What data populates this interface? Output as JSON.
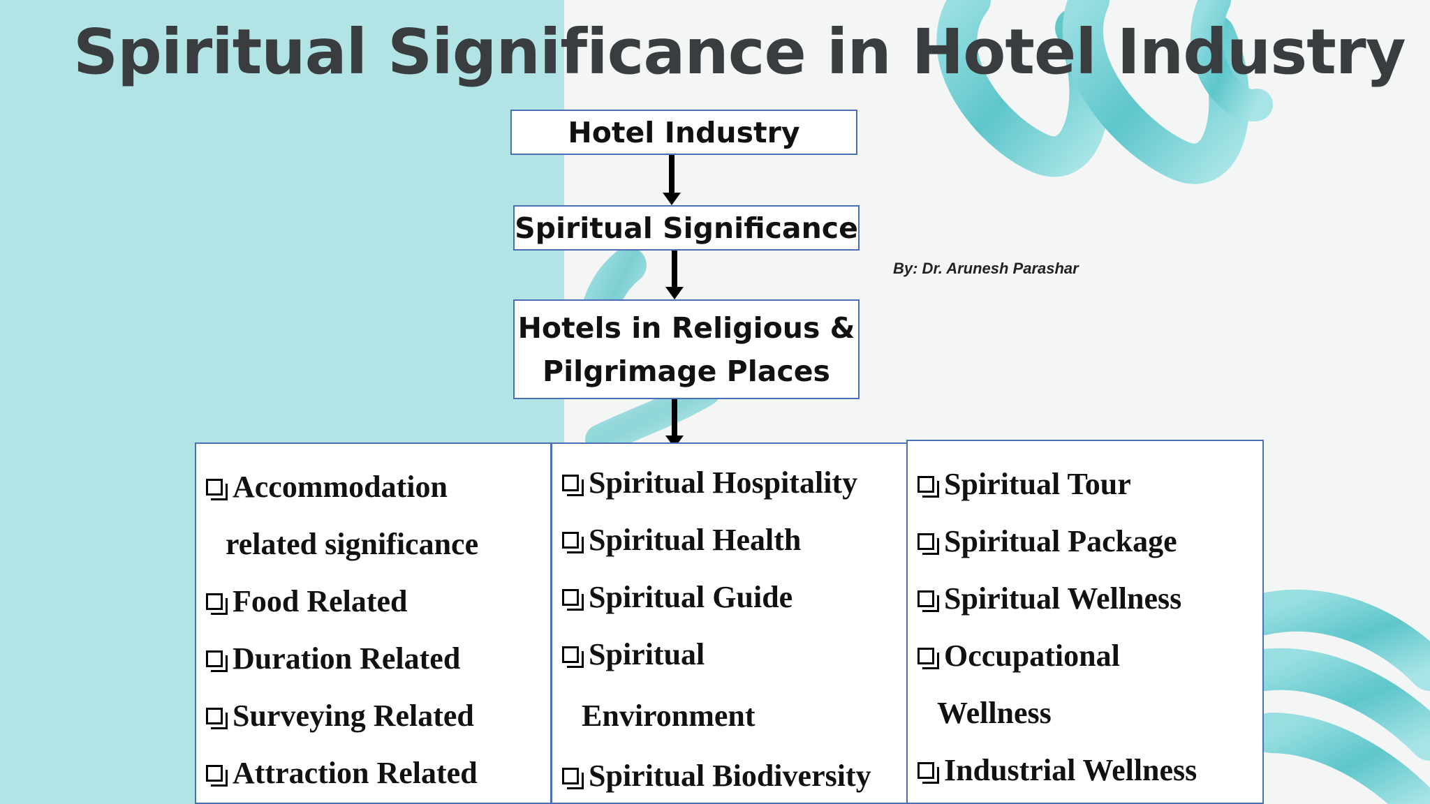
{
  "title": "Spiritual Significance in Hotel Industry",
  "credit": "By: Dr. Arunesh Parashar",
  "flow": {
    "level1": "Hotel Industry",
    "level2": "Spiritual Significance",
    "level3_line1": "Hotels in Religious &",
    "level3_line2": "Pilgrimage Places"
  },
  "columns": [
    {
      "items": [
        {
          "checkbox": true,
          "text": "Accommodation"
        },
        {
          "checkbox": false,
          "text": "related significance"
        },
        {
          "checkbox": true,
          "text": "Food Related"
        },
        {
          "checkbox": true,
          "text": "Duration Related"
        },
        {
          "checkbox": true,
          "text": "Surveying Related"
        },
        {
          "checkbox": true,
          "text": "Attraction Related"
        }
      ]
    },
    {
      "items": [
        {
          "checkbox": true,
          "text": "Spiritual Hospitality"
        },
        {
          "checkbox": true,
          "text": "Spiritual Health"
        },
        {
          "checkbox": true,
          "text": "Spiritual Guide"
        },
        {
          "checkbox": true,
          "text": "Spiritual"
        },
        {
          "checkbox": false,
          "text": "Environment"
        },
        {
          "checkbox": true,
          "text": "Spiritual Biodiversity"
        }
      ]
    },
    {
      "items": [
        {
          "checkbox": true,
          "text": "Spiritual Tour"
        },
        {
          "checkbox": true,
          "text": "Spiritual Package"
        },
        {
          "checkbox": true,
          "text": "Spiritual Wellness"
        },
        {
          "checkbox": true,
          "text": "Occupational"
        },
        {
          "checkbox": false,
          "text": "Wellness"
        },
        {
          "checkbox": true,
          "text": "Industrial Wellness"
        }
      ]
    }
  ],
  "colors": {
    "left_panel": "#b2e4e6",
    "swirl": "#5cc8cc",
    "box_border": "#4a6fb5",
    "title_text": "#3a3d40"
  }
}
